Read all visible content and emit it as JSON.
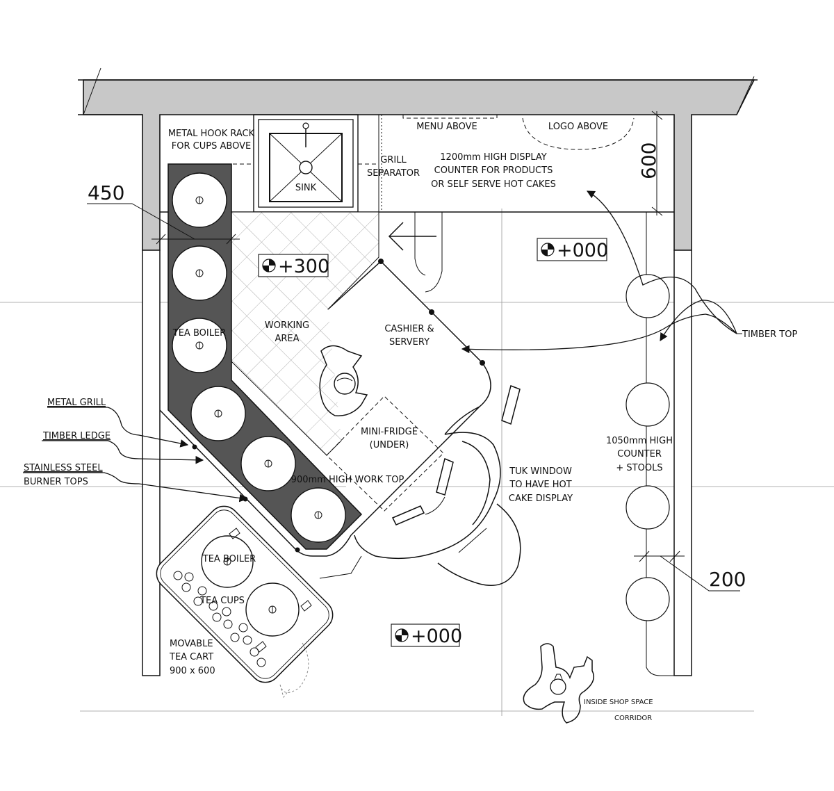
{
  "labels": {
    "metal_hook_rack_1": "METAL HOOK RACK",
    "metal_hook_rack_2": "FOR CUPS ABOVE",
    "sink": "SINK",
    "grill_separator_1": "GRILL",
    "grill_separator_2": "SEPARATOR",
    "menu_above": "MENU ABOVE",
    "logo_above": "LOGO ABOVE",
    "display_counter_1": "1200mm HIGH DISPLAY",
    "display_counter_2": "COUNTER FOR PRODUCTS",
    "display_counter_3": "OR SELF SERVE HOT CAKES",
    "working_area_1": "WORKING",
    "working_area_2": "AREA",
    "cashier_1": "CASHIER &",
    "cashier_2": "SERVERY",
    "tea_boiler_counter": "TEA BOILER",
    "mini_fridge_1": "MINI-FRIDGE",
    "mini_fridge_2": "(UNDER)",
    "work_top": "900mm HIGH WORK TOP",
    "tuk_window_1": "TUK WINDOW",
    "tuk_window_2": "TO HAVE HOT",
    "tuk_window_3": "CAKE DISPLAY",
    "high_counter_1": "1050mm HIGH",
    "high_counter_2": "COUNTER",
    "high_counter_3": "+ STOOLS",
    "timber_top": "TIMBER TOP",
    "metal_grill": "METAL GRILL",
    "timber_ledge": "TIMBER LEDGE",
    "stainless_1": "STAINLESS STEEL",
    "stainless_2": "BURNER TOPS",
    "tea_boiler_cart": "TEA BOILER",
    "tea_cups": "TEA CUPS",
    "movable_cart_1": "MOVABLE",
    "movable_cart_2": "TEA CART",
    "movable_cart_3": "900 x 600",
    "inside_shop": "INSIDE SHOP SPACE",
    "corridor": "CORRIDOR"
  },
  "dimensions": {
    "d450": "450",
    "d600": "600",
    "d200": "200"
  },
  "levels": {
    "raised": "+300",
    "counter_side": "+000",
    "corridor_side": "+000"
  },
  "colors": {
    "wall_fill": "#c8c8c8",
    "burner_fill": "#555555",
    "line": "#111111"
  }
}
